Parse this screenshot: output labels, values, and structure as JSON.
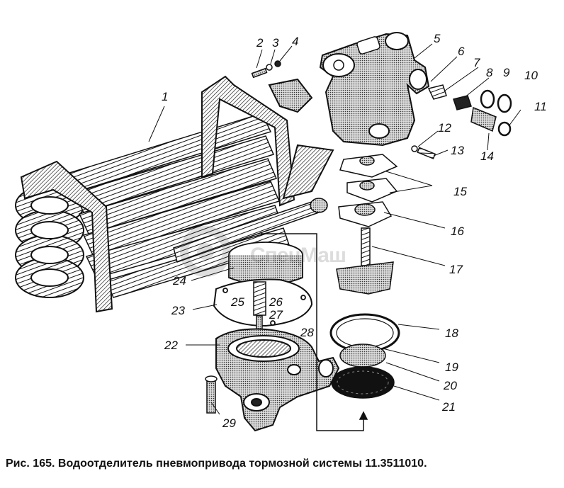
{
  "figure": {
    "caption": "Рис. 165. Водоотделитель пневмопривода тормозной системы 11.3511010.",
    "watermark": "СпецМаш"
  },
  "callouts": [
    "1",
    "2",
    "3",
    "4",
    "5",
    "6",
    "7",
    "8",
    "9",
    "10",
    "11",
    "12",
    "13",
    "14",
    "15",
    "16",
    "17",
    "18",
    "19",
    "20",
    "21",
    "22",
    "23",
    "24",
    "25",
    "26",
    "27",
    "28",
    "29"
  ]
}
